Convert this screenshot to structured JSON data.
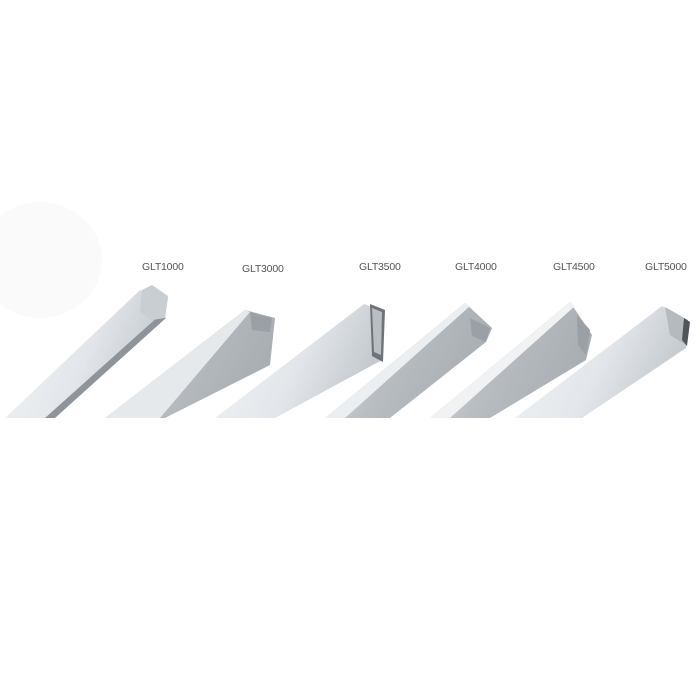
{
  "products": [
    {
      "label": "GLT1000"
    },
    {
      "label": "GLT3000"
    },
    {
      "label": "GLT3500"
    },
    {
      "label": "GLT4000"
    },
    {
      "label": "GLT4500"
    },
    {
      "label": "GLT5000"
    }
  ]
}
